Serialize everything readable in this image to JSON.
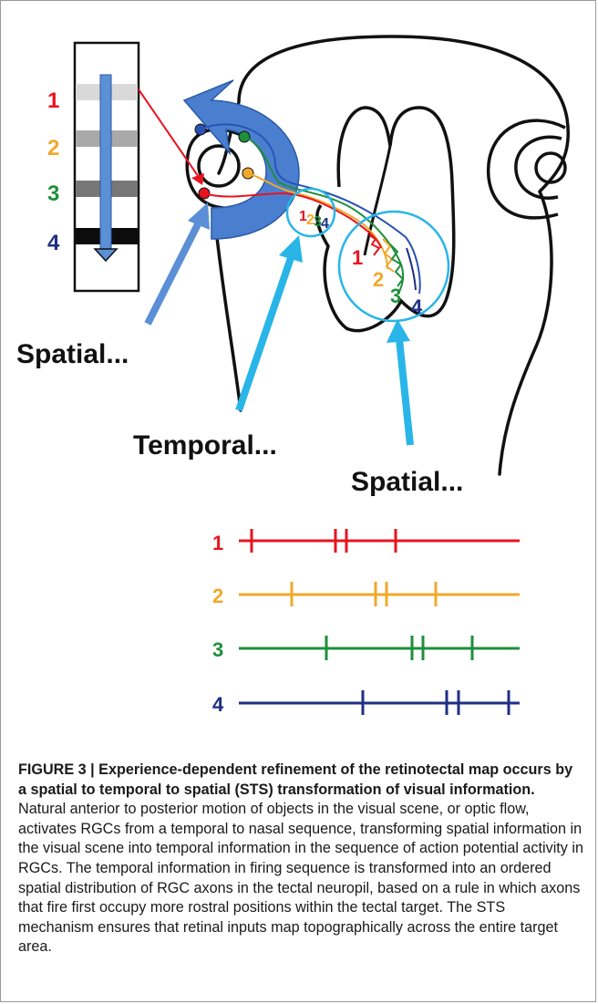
{
  "diagram": {
    "stripe_numbers": [
      "1",
      "2",
      "3",
      "4"
    ],
    "tectum_numbers_small": [
      "1",
      "2",
      "3",
      "4"
    ],
    "tectum_numbers_large": [
      "1",
      "2",
      "3",
      "4"
    ],
    "label_spatial_left": "Spatial...",
    "label_temporal": "Temporal...",
    "label_spatial_right": "Spatial...",
    "spike_train_labels": [
      "1",
      "2",
      "3",
      "4"
    ],
    "colors": {
      "red": "#e8131f",
      "orange": "#f0a92a",
      "green": "#1e8f3a",
      "navy": "#1f2f86",
      "blue_arrow": "#4a7fd0",
      "cyan": "#29b5e8"
    }
  },
  "caption": {
    "bold": "FIGURE 3 | Experience-dependent refinement of the retinotectal map occurs by a spatial to temporal to spatial (STS) transformation of visual information.",
    "body": " Natural anterior to posterior motion of objects in the visual scene, or optic flow, activates RGCs from a temporal to nasal sequence, transforming spatial information in the visual scene into temporal information in the sequence of action potential activity in RGCs. The temporal information in firing sequence is transformed into an ordered spatial distribution of RGC axons in the tectal neuropil, based on a rule in which axons that fire first occupy more rostral positions within the tectal target. The STS mechanism ensures that retinal inputs map topographically across the entire target area."
  }
}
